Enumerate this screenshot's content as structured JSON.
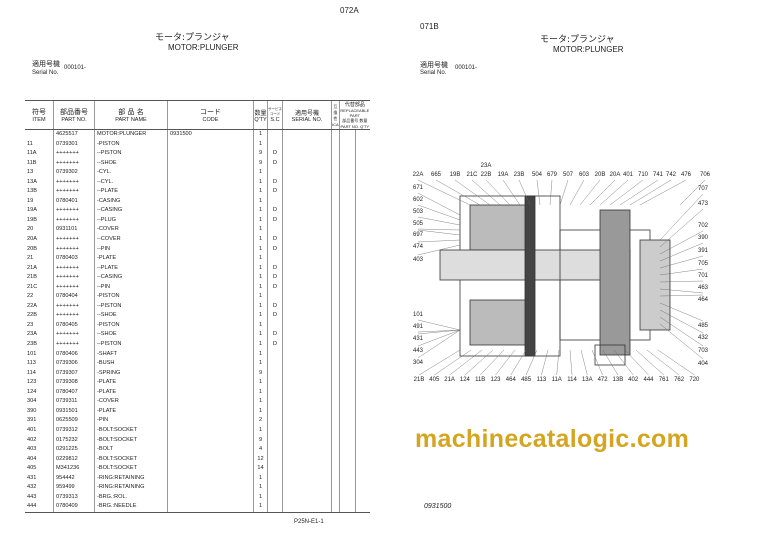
{
  "left_page": {
    "page_code": "072A",
    "title_jp": "モータ:プランジャ",
    "title_en": "MOTOR:PLUNGER",
    "serial_label_jp": "適用号機",
    "serial_label_en": "Serial No.",
    "serial_value": "000101-",
    "footer": "P25N-E1-1",
    "headers": {
      "item_jp": "符号",
      "item_en": "ITEM",
      "part_no_jp": "部品番号",
      "part_no_en": "PART NO.",
      "part_name_jp": "部 品 名",
      "part_name_en": "PART NAME",
      "code_jp": "コード",
      "code_en": "CODE",
      "qty_jp": "数量",
      "qty_en": "Q'TY",
      "sc_jp": "サービスコード",
      "sc_en": "S.C",
      "serial_jp": "適用号機",
      "serial_en": "SERIAL NO.",
      "ica_jp": "互換性",
      "ica_en": "ICA",
      "repl_jp": "代替部品",
      "repl_en": "REPLACEABLE PART",
      "repl_part_jp": "部品番号",
      "repl_part_en": "PART NO.",
      "repl_qty_jp": "数量",
      "repl_qty_en": "Q'TY"
    },
    "rows": [
      {
        "item": "",
        "part_no": "4625517",
        "name": "MOTOR:PLUNGER",
        "code": "0931500",
        "qty": "1",
        "sc": ""
      },
      {
        "item": "11",
        "part_no": "0739301",
        "name": "-PISTON",
        "code": "",
        "qty": "1",
        "sc": ""
      },
      {
        "item": "11A",
        "part_no": "+++++++",
        "name": "--PISTON",
        "code": "",
        "qty": "9",
        "sc": "D"
      },
      {
        "item": "11B",
        "part_no": "+++++++",
        "name": "--SHOE",
        "code": "",
        "qty": "9",
        "sc": "D"
      },
      {
        "item": "13",
        "part_no": "0739302",
        "name": "-CYL.",
        "code": "",
        "qty": "1",
        "sc": ""
      },
      {
        "item": "13A",
        "part_no": "+++++++",
        "name": "--CYL.",
        "code": "",
        "qty": "1",
        "sc": "D"
      },
      {
        "item": "13B",
        "part_no": "+++++++",
        "name": "--PLATE",
        "code": "",
        "qty": "1",
        "sc": "D"
      },
      {
        "item": "19",
        "part_no": "0780401",
        "name": "-CASING",
        "code": "",
        "qty": "1",
        "sc": ""
      },
      {
        "item": "19A",
        "part_no": "+++++++",
        "name": "--CASING",
        "code": "",
        "qty": "1",
        "sc": "D"
      },
      {
        "item": "19B",
        "part_no": "+++++++",
        "name": "--PLUG",
        "code": "",
        "qty": "1",
        "sc": "D"
      },
      {
        "item": "20",
        "part_no": "0931101",
        "name": "-COVER",
        "code": "",
        "qty": "1",
        "sc": ""
      },
      {
        "item": "20A",
        "part_no": "+++++++",
        "name": "--COVER",
        "code": "",
        "qty": "1",
        "sc": "D"
      },
      {
        "item": "20B",
        "part_no": "+++++++",
        "name": "--PIN",
        "code": "",
        "qty": "1",
        "sc": "D"
      },
      {
        "item": "21",
        "part_no": "0780403",
        "name": "-PLATE",
        "code": "",
        "qty": "1",
        "sc": ""
      },
      {
        "item": "21A",
        "part_no": "+++++++",
        "name": "--PLATE",
        "code": "",
        "qty": "1",
        "sc": "D"
      },
      {
        "item": "21B",
        "part_no": "+++++++",
        "name": "--CASING",
        "code": "",
        "qty": "1",
        "sc": "D"
      },
      {
        "item": "21C",
        "part_no": "+++++++",
        "name": "--PIN",
        "code": "",
        "qty": "1",
        "sc": "D"
      },
      {
        "item": "22",
        "part_no": "0780404",
        "name": "-PISTON",
        "code": "",
        "qty": "1",
        "sc": ""
      },
      {
        "item": "22A",
        "part_no": "+++++++",
        "name": "--PISTON",
        "code": "",
        "qty": "1",
        "sc": "D"
      },
      {
        "item": "22B",
        "part_no": "+++++++",
        "name": "--SHOE",
        "code": "",
        "qty": "1",
        "sc": "D"
      },
      {
        "item": "23",
        "part_no": "0780405",
        "name": "-PISTON",
        "code": "",
        "qty": "1",
        "sc": ""
      },
      {
        "item": "23A",
        "part_no": "+++++++",
        "name": "--SHOE",
        "code": "",
        "qty": "1",
        "sc": "D"
      },
      {
        "item": "23B",
        "part_no": "+++++++",
        "name": "--PISTON",
        "code": "",
        "qty": "1",
        "sc": "D"
      },
      {
        "item": "101",
        "part_no": "0780406",
        "name": "-SHAFT",
        "code": "",
        "qty": "1",
        "sc": ""
      },
      {
        "item": "113",
        "part_no": "0739306",
        "name": "-BUSH",
        "code": "",
        "qty": "1",
        "sc": ""
      },
      {
        "item": "114",
        "part_no": "0739307",
        "name": "-SPRING",
        "code": "",
        "qty": "9",
        "sc": ""
      },
      {
        "item": "123",
        "part_no": "0739308",
        "name": "-PLATE",
        "code": "",
        "qty": "1",
        "sc": ""
      },
      {
        "item": "124",
        "part_no": "0780407",
        "name": "-PLATE",
        "code": "",
        "qty": "1",
        "sc": ""
      },
      {
        "item": "304",
        "part_no": "0739311",
        "name": "-COVER",
        "code": "",
        "qty": "1",
        "sc": ""
      },
      {
        "item": "390",
        "part_no": "0931501",
        "name": "-PLATE",
        "code": "",
        "qty": "1",
        "sc": ""
      },
      {
        "item": "391",
        "part_no": "0625509",
        "name": "-PIN",
        "code": "",
        "qty": "2",
        "sc": ""
      },
      {
        "item": "401",
        "part_no": "0739312",
        "name": "-BOLT:SOCKET",
        "code": "",
        "qty": "1",
        "sc": ""
      },
      {
        "item": "402",
        "part_no": "0175232",
        "name": "-BOLT:SOCKET",
        "code": "",
        "qty": "9",
        "sc": ""
      },
      {
        "item": "403",
        "part_no": "0291225",
        "name": "-BOLT",
        "code": "",
        "qty": "4",
        "sc": ""
      },
      {
        "item": "404",
        "part_no": "0229812",
        "name": "-BOLT:SOCKET",
        "code": "",
        "qty": "12",
        "sc": ""
      },
      {
        "item": "405",
        "part_no": "M341236",
        "name": "-BOLT:SOCKET",
        "code": "",
        "qty": "14",
        "sc": ""
      },
      {
        "item": "431",
        "part_no": "954442",
        "name": "-RING:RETAINING",
        "code": "",
        "qty": "1",
        "sc": ""
      },
      {
        "item": "432",
        "part_no": "959499",
        "name": "-RING:RETAINING",
        "code": "",
        "qty": "1",
        "sc": ""
      },
      {
        "item": "443",
        "part_no": "0739313",
        "name": "-BRG.:ROL.",
        "code": "",
        "qty": "1",
        "sc": ""
      },
      {
        "item": "444",
        "part_no": "0780409",
        "name": "-BRG.:NEEDLE",
        "code": "",
        "qty": "1",
        "sc": ""
      }
    ]
  },
  "right_page": {
    "page_code": "071B",
    "title_jp": "モータ:プランジャ",
    "title_en": "MOTOR:PLUNGER",
    "serial_label_jp": "適用号機",
    "serial_label_en": "Serial No.",
    "serial_value": "000101-",
    "diagram_code": "0931500",
    "labels_top": [
      "22A",
      "665",
      "19B",
      "21C",
      "22B",
      "19A",
      "23B",
      "504",
      "679",
      "507",
      "603",
      "20B",
      "20A",
      "401",
      "710",
      "741",
      "742",
      "476",
      "706"
    ],
    "label_top_stacked": "23A",
    "labels_left": [
      "671",
      "602",
      "503",
      "505",
      "697",
      "474",
      "403",
      "101",
      "491",
      "431",
      "443",
      "304"
    ],
    "labels_right": [
      "707",
      "473",
      "702",
      "390",
      "391",
      "705",
      "701",
      "463",
      "464",
      "485",
      "432",
      "703",
      "404"
    ],
    "labels_bottom": [
      "21B",
      "405",
      "21A",
      "124",
      "11B",
      "123",
      "464",
      "485",
      "113",
      "11A",
      "114",
      "13A",
      "472",
      "13B",
      "402",
      "444",
      "761",
      "762",
      "720"
    ]
  },
  "watermark": "machinecatalogic.com",
  "colors": {
    "watermark": "#d4a520",
    "ink": "#222222"
  }
}
